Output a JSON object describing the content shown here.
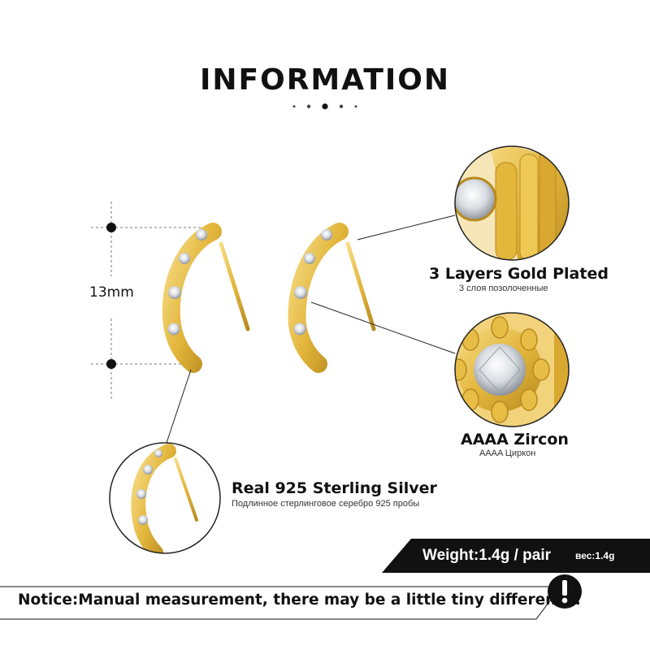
{
  "header": {
    "title": "INFORMATION"
  },
  "dimension": {
    "label": "13mm"
  },
  "features": {
    "plating": {
      "title": "3 Layers  Gold  Plated",
      "subtitle": "3 слоя позолоченные"
    },
    "stone": {
      "title": "AAAA  Zircon",
      "subtitle": "AAAA Циркон"
    },
    "material": {
      "title": "Real 925  Sterling  Silver",
      "subtitle": "Подлинное стерлинговое серебро 925 пробы"
    }
  },
  "weight": {
    "label": "Weight:1.4g / pair",
    "label_ru": "вес:1.4g"
  },
  "notice": {
    "text": "Notice:Manual measurement, there may be a little tiny difference.",
    "icon": "exclamation-icon"
  },
  "colors": {
    "gold": "#e3b63c",
    "gold_dark": "#b88a1f",
    "gold_light": "#f6dc85",
    "black": "#111111"
  }
}
